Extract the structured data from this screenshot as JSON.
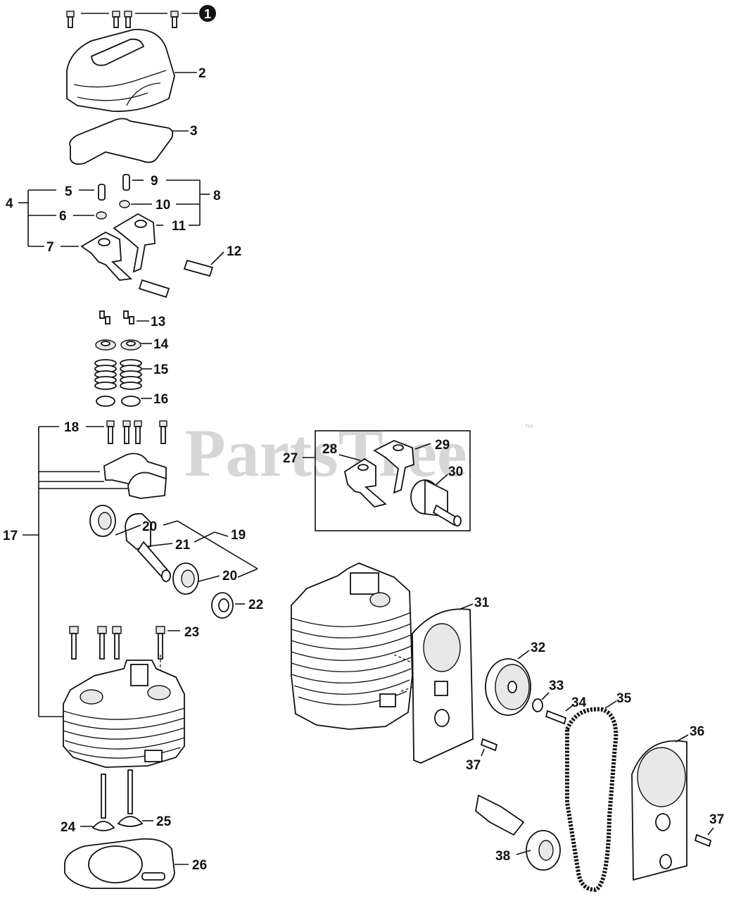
{
  "watermark": {
    "text": "PartsTree",
    "trademark": "™"
  },
  "callouts": [
    {
      "id": "c1",
      "text": "1",
      "circled": true
    },
    {
      "id": "c2",
      "text": "2"
    },
    {
      "id": "c3",
      "text": "3"
    },
    {
      "id": "c4",
      "text": "4"
    },
    {
      "id": "c5",
      "text": "5"
    },
    {
      "id": "c6",
      "text": "6"
    },
    {
      "id": "c7",
      "text": "7"
    },
    {
      "id": "c8",
      "text": "8"
    },
    {
      "id": "c9",
      "text": "9"
    },
    {
      "id": "c10",
      "text": "10"
    },
    {
      "id": "c11",
      "text": "11"
    },
    {
      "id": "c12",
      "text": "12"
    },
    {
      "id": "c13",
      "text": "13"
    },
    {
      "id": "c14",
      "text": "14"
    },
    {
      "id": "c15",
      "text": "15"
    },
    {
      "id": "c16",
      "text": "16"
    },
    {
      "id": "c17",
      "text": "17"
    },
    {
      "id": "c18",
      "text": "18"
    },
    {
      "id": "c19",
      "text": "19"
    },
    {
      "id": "c20a",
      "text": "20"
    },
    {
      "id": "c20b",
      "text": "20"
    },
    {
      "id": "c21",
      "text": "21"
    },
    {
      "id": "c22",
      "text": "22"
    },
    {
      "id": "c23",
      "text": "23"
    },
    {
      "id": "c24",
      "text": "24"
    },
    {
      "id": "c25",
      "text": "25"
    },
    {
      "id": "c26",
      "text": "26"
    },
    {
      "id": "c27",
      "text": "27"
    },
    {
      "id": "c28",
      "text": "28"
    },
    {
      "id": "c29",
      "text": "29"
    },
    {
      "id": "c30",
      "text": "30"
    },
    {
      "id": "c31",
      "text": "31"
    },
    {
      "id": "c32",
      "text": "32"
    },
    {
      "id": "c33",
      "text": "33"
    },
    {
      "id": "c34",
      "text": "34"
    },
    {
      "id": "c35",
      "text": "35"
    },
    {
      "id": "c36",
      "text": "36"
    },
    {
      "id": "c37a",
      "text": "37"
    },
    {
      "id": "c37b",
      "text": "37"
    },
    {
      "id": "c38",
      "text": "38"
    }
  ]
}
